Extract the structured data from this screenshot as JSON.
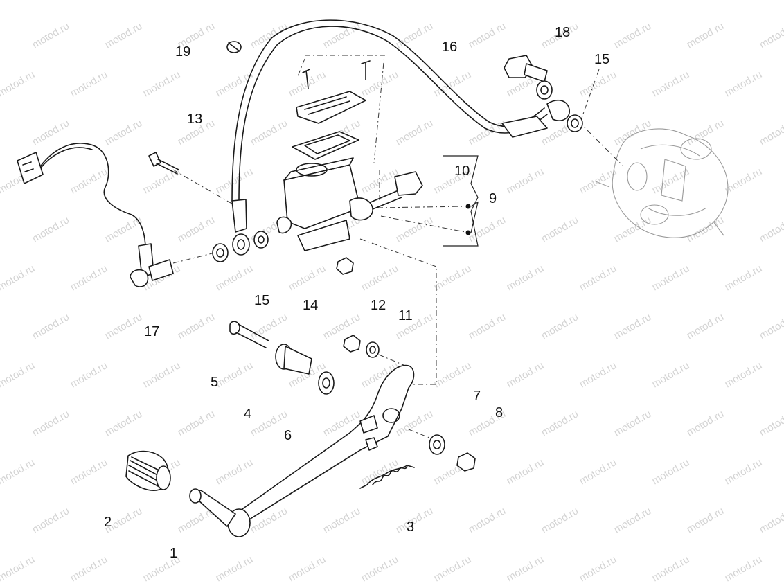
{
  "watermark_text": "motod.ru",
  "callouts": [
    {
      "label": "1"
    },
    {
      "label": "2"
    },
    {
      "label": "3"
    },
    {
      "label": "4"
    },
    {
      "label": "5"
    },
    {
      "label": "6"
    },
    {
      "label": "7"
    },
    {
      "label": "8"
    },
    {
      "label": "9"
    },
    {
      "label": "10"
    },
    {
      "label": "11"
    },
    {
      "label": "12"
    },
    {
      "label": "13"
    },
    {
      "label": "14"
    },
    {
      "label": "15"
    },
    {
      "label": "15"
    },
    {
      "label": "16"
    },
    {
      "label": "17"
    },
    {
      "label": "18"
    },
    {
      "label": "19"
    }
  ],
  "colors": {
    "line": "#1a1a1a",
    "background": "#ffffff",
    "watermark": "#d4d4d4"
  }
}
